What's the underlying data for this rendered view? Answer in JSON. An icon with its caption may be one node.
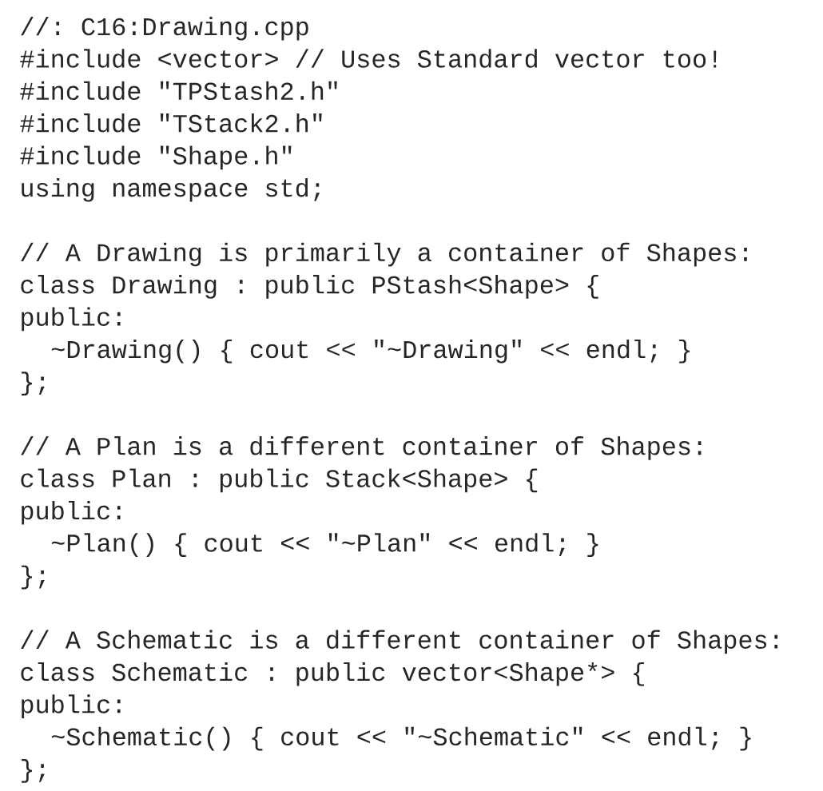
{
  "diagram": {
    "labels": [
      "//: C16:Drawing.cpp",
      "#include <vector> // Uses Standard vector too!",
      "#include \"TPStash2.h\"",
      "#include \"TStack2.h\"",
      "#include \"Shape.h\"",
      "using namespace std;",
      "// A Drawing is primarily a container of Shapes:",
      "class Drawing : public PStash<Shape> {",
      "public:",
      "~Drawing() { cout << \"~Drawing\" << endl; }",
      "};",
      "// A Plan is a different container of Shapes:",
      "class Plan : public Stack<Shape> {",
      "public:",
      "~Plan() { cout << \"~Plan\" << endl; }",
      "};",
      "// A Schematic is a different container of Shapes:",
      "class Schematic : public vector<Shape*> {",
      "public:",
      "~Schematic() { cout << \"~Schematic\" << endl; }",
      "};"
    ]
  }
}
